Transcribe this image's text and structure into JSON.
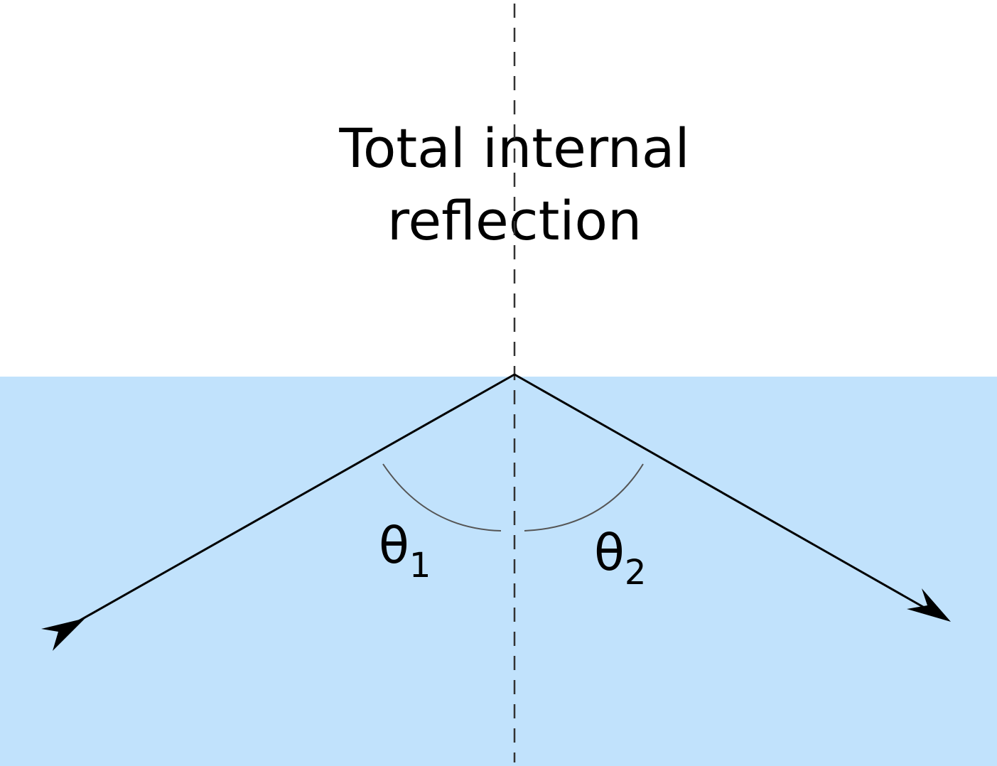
{
  "title": {
    "line1": "Total internal",
    "line2": "reflection"
  },
  "angles": {
    "incident": {
      "symbol": "θ",
      "subscript": "1"
    },
    "reflected": {
      "symbol": "θ",
      "subscript": "2"
    }
  },
  "colors": {
    "medium": "#c1e2fc",
    "background": "#ffffff",
    "ray": "#000000",
    "normal": "#333333",
    "arc": "#555555"
  }
}
